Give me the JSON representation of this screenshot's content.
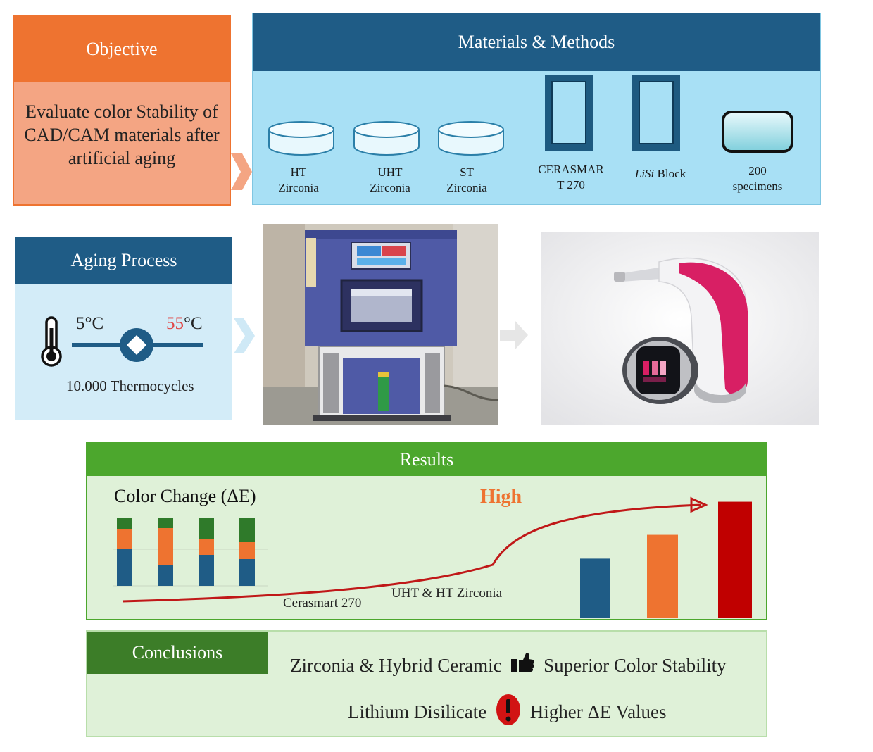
{
  "objective": {
    "title": "Objective",
    "text": "Evaluate color Stability of CAD/CAM materials after artificial aging",
    "colors": {
      "header": "#ee7330",
      "body": "#f4a583"
    }
  },
  "materials": {
    "title": "Materials & Methods",
    "colors": {
      "header": "#1f5c86",
      "body": "#a8e0f5"
    },
    "items": [
      {
        "line1": "HT",
        "line2": "Zirconia",
        "icon": "disc-icon"
      },
      {
        "line1": "UHT",
        "line2": "Zirconia",
        "icon": "disc-icon"
      },
      {
        "line1": "ST",
        "line2": "Zirconia",
        "icon": "disc-icon"
      },
      {
        "line1": "CERASMAR",
        "line2": "T 270",
        "icon": "block-icon"
      },
      {
        "line1_italic": "LiSi",
        "line1_rest": " Block",
        "icon": "block-icon"
      },
      {
        "line1": "200",
        "line2": "specimens",
        "icon": "specimen-icon"
      }
    ]
  },
  "aging": {
    "title": "Aging Process",
    "temp_low": "5°C",
    "temp_high_num": "55",
    "temp_high_unit": "°C",
    "cycles": "10.000 Thermocycles",
    "colors": {
      "header": "#1f5c86",
      "body": "#d3ecf8",
      "hot": "#e04848"
    }
  },
  "results": {
    "title": "Results",
    "chart_label": "Color Change (ΔE)",
    "high_label": "High",
    "label_cerasmart": "Cerasmart 270",
    "label_zirconia": "UHT & HT Zirconia",
    "colors": {
      "header": "#4ca72d",
      "body": "#dff1d8",
      "curve": "#c01818",
      "high": "#ee7330"
    }
  },
  "chart_data": {
    "type": "bar",
    "title": "Color Change (ΔE)",
    "categories": [
      "",
      "",
      ""
    ],
    "values": [
      0.45,
      0.63,
      0.88
    ],
    "colors": [
      "#1f5c86",
      "#ee7330",
      "#c00000"
    ],
    "ylim": [
      0,
      1
    ]
  },
  "conclusions": {
    "title": "Conclusions",
    "line1_left": "Zirconia & Hybrid Ceramic",
    "line1_right": "Superior Color Stability",
    "line2_left": "Lithium Disilicate",
    "line2_right": "Higher ΔE Values",
    "colors": {
      "header": "#3c7d28",
      "body": "#dff1d8",
      "alert": "#d11313"
    }
  }
}
